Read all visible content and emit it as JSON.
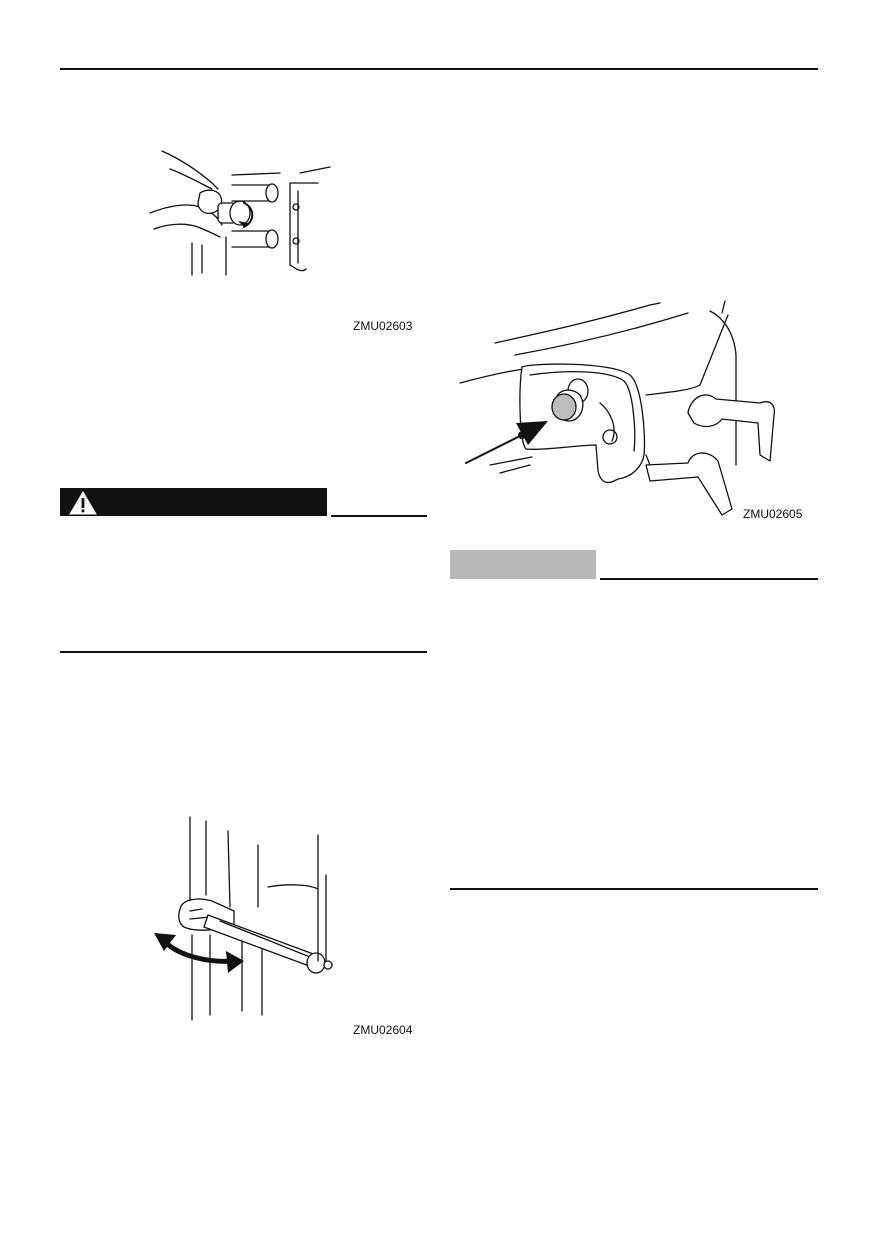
{
  "figures": {
    "fig1": {
      "code": "ZMU02603"
    },
    "fig2": {
      "code": "ZMU02604"
    },
    "fig3": {
      "code": "ZMU02605"
    }
  },
  "warning": {
    "icon": "warning-triangle-icon"
  },
  "note": {
    "color": "#b8b8b8"
  }
}
